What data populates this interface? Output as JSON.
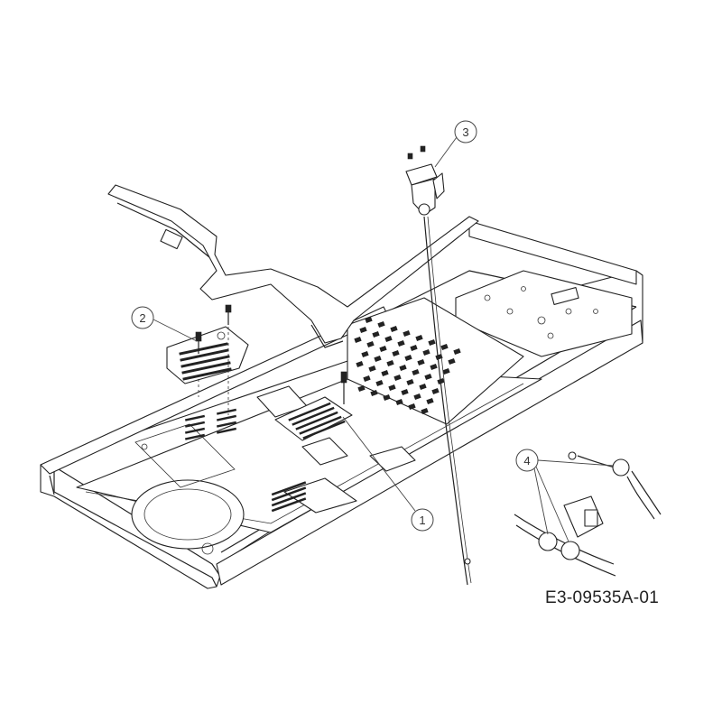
{
  "diagram": {
    "callouts": [
      {
        "id": "1",
        "label": "1"
      },
      {
        "id": "2",
        "label": "2"
      },
      {
        "id": "3",
        "label": "3",
        "highlight": "#e8c800"
      },
      {
        "id": "4",
        "label": "4"
      }
    ],
    "drawing_code": "E3-09535A-01"
  }
}
